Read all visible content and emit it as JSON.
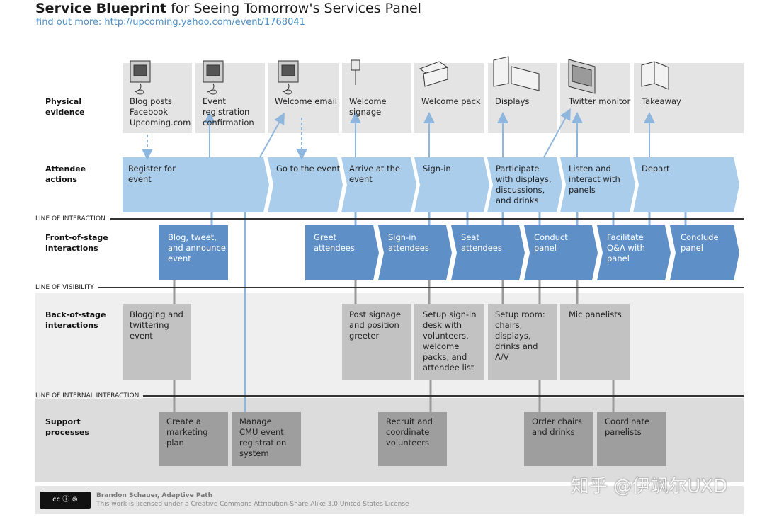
{
  "header": {
    "title_bold": "Service Blueprint",
    "title_rest": " for Seeing Tomorrow's Services Panel",
    "subtitle": "find out more: http://upcoming.yahoo.com/event/1768041"
  },
  "rows": {
    "physical": "Physical\nevidence",
    "attendee": "Attendee\nactions",
    "front": "Front-of-stage\ninteractions",
    "back": "Back-of-stage\ninteractions",
    "support": "Support\nprocesses"
  },
  "lines": {
    "interaction": "LINE OF INTERACTION",
    "visibility": "LINE OF VISIBILITY",
    "internal": "LINE OF INTERNAL INTERACTION"
  },
  "physical_evidence": [
    {
      "label": "Blog posts\nFacebook\nUpcoming.com",
      "icon": "computer-icon"
    },
    {
      "label": "Event\nregistration\nconfirmation",
      "icon": "computer-icon"
    },
    {
      "label": "Welcome email",
      "icon": "computer-icon"
    },
    {
      "label": "Welcome\nsignage",
      "icon": "sign-icon"
    },
    {
      "label": "Welcome pack",
      "icon": "box-icon"
    },
    {
      "label": "Displays",
      "icon": "display-panels-icon"
    },
    {
      "label": "Twitter monitor",
      "icon": "monitor-icon"
    },
    {
      "label": "Takeaway",
      "icon": "booklet-icon"
    }
  ],
  "attendee_actions": [
    "Register for\nevent",
    "Go to the event",
    "Arrive at the\nevent",
    "Sign-in",
    "Participate\nwith displays,\ndiscussions,\nand drinks",
    "Listen and\ninteract with\npanels",
    "Depart"
  ],
  "front_stage": [
    "Blog, tweet,\nand announce\nevent",
    "Greet\nattendees",
    "Sign-in\nattendees",
    "Seat\nattendees",
    "Conduct\npanel",
    "Facilitate\nQ&A with\npanel",
    "Conclude\npanel"
  ],
  "back_stage": [
    "Blogging and\ntwittering\nevent",
    "Post signage\nand position\ngreeter",
    "Setup sign-in\ndesk with\nvolunteers,\nwelcome\npacks, and\nattendee list",
    "Setup room:\nchairs,\ndisplays,\ndrinks and\nA/V",
    "Mic panelists"
  ],
  "support": [
    "Create a\nmarketing\nplan",
    "Manage\nCMU event\nregistration\nsystem",
    "Recruit and\ncoordinate\nvolunteers",
    "Order chairs\nand drinks",
    "Coordinate\npanelists"
  ],
  "footer": {
    "badge": "cc ⓘ ⊚",
    "author": "Brandon Schauer, Adaptive Path",
    "license": "This work is licensed under a Creative Commons Attribution-Share Alike 3.0 United States License"
  },
  "watermark": "知乎 @伊飒尔UXD",
  "colors": {
    "attendee": "#a9cdeb",
    "front": "#5f8fc7",
    "connector": "#8fb6dc",
    "grey_box": "#c2c2c2",
    "support_box": "#9e9e9e"
  }
}
